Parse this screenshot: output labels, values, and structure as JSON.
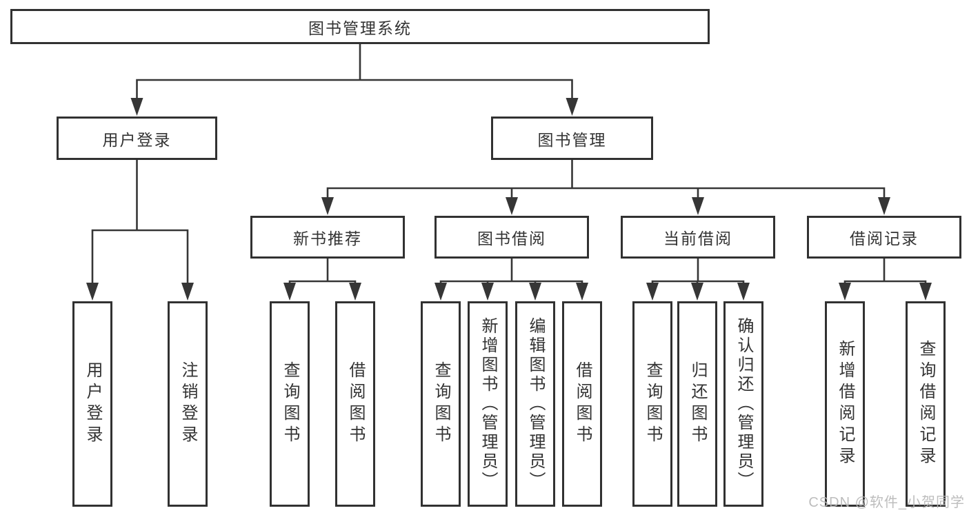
{
  "tree": {
    "root": {
      "label": "图书管理系统"
    },
    "branches": [
      {
        "label": "用户登录",
        "children": [
          {
            "label": "用户登录"
          },
          {
            "label": "注销登录"
          }
        ]
      },
      {
        "label": "图书管理",
        "children": [
          {
            "label": "新书推荐",
            "children": [
              {
                "label": "查询图书"
              },
              {
                "label": "借阅图书"
              }
            ]
          },
          {
            "label": "图书借阅",
            "children": [
              {
                "label": "查询图书"
              },
              {
                "label": "新增图书（管理员）"
              },
              {
                "label": "编辑图书（管理员）"
              },
              {
                "label": "借阅图书"
              }
            ]
          },
          {
            "label": "当前借阅",
            "children": [
              {
                "label": "查询图书"
              },
              {
                "label": "归还图书"
              },
              {
                "label": "确认归还（管理员）"
              }
            ]
          },
          {
            "label": "借阅记录",
            "children": [
              {
                "label": "新增借阅记录"
              },
              {
                "label": "查询借阅记录"
              }
            ]
          }
        ]
      }
    ]
  },
  "watermark": {
    "text": "CSDN @软件_小贺同学"
  },
  "colors": {
    "background": "#ffffff",
    "line": "#363636",
    "box_border": "#313131",
    "text": "#333333",
    "watermark": "#b6b6b6"
  }
}
